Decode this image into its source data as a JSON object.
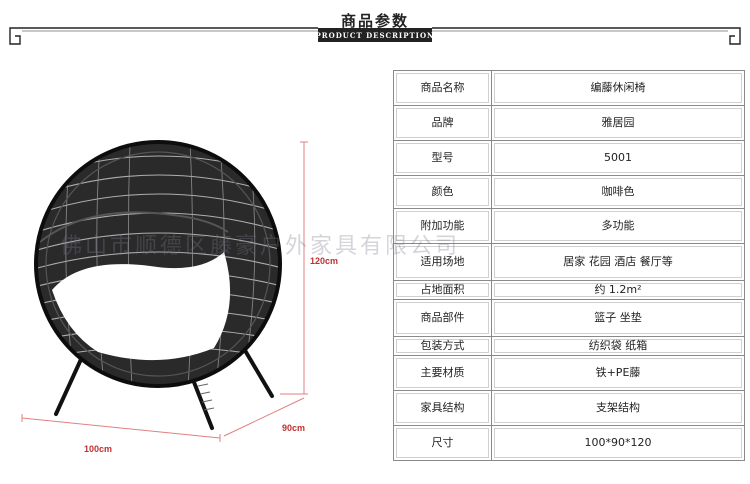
{
  "header": {
    "title": "商品参数",
    "subtitle": "PRODUCT DESCRIPTION"
  },
  "figure": {
    "dimensions": {
      "height": "120cm",
      "width": "100cm",
      "depth": "90cm"
    }
  },
  "watermark": "佛山市顺德区藤豪户外家具有限公司",
  "specs": [
    {
      "label": "商品名称",
      "value": "编藤休闲椅"
    },
    {
      "label": "品牌",
      "value": "雅居园"
    },
    {
      "label": "型号",
      "value": "5001"
    },
    {
      "label": "颜色",
      "value": "咖啡色"
    },
    {
      "label": "附加功能",
      "value": "多功能"
    },
    {
      "label": "适用场地",
      "value": "居家 花园 酒店 餐厅等"
    },
    {
      "label": "占地面积",
      "value": "约 1.2m²"
    },
    {
      "label": "商品部件",
      "value": "篮子 坐垫"
    },
    {
      "label": "包装方式",
      "value": "纺织袋 纸箱"
    },
    {
      "label": "主要材质",
      "value": "铁+PE藤"
    },
    {
      "label": "家具结构",
      "value": "支架结构"
    },
    {
      "label": "尺寸",
      "value": "100*90*120"
    }
  ],
  "colors": {
    "dimension_line": "#e08080",
    "dimension_text": "#c03030",
    "border": "#8a8a8a",
    "header_line": "#222222"
  }
}
